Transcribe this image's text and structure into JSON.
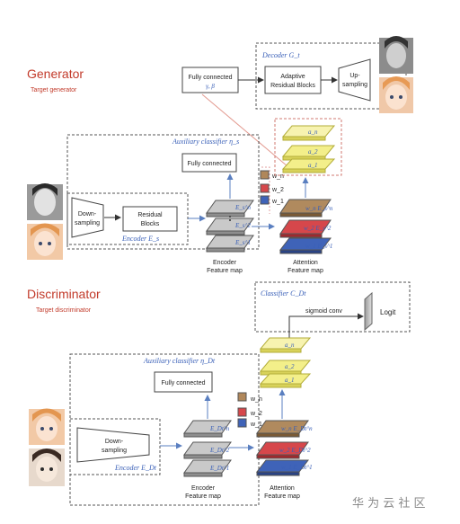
{
  "generator": {
    "title": "Generator",
    "subtitle": "Target generator",
    "decoder_label": "Decoder G_t",
    "fc_top_line1": "Fully connected",
    "fc_top_line2": "γ, β",
    "adaptive_line1": "Adaptive",
    "adaptive_line2": "Residual Blocks",
    "upsampling_line1": "Up-",
    "upsampling_line2": "sampling",
    "aux_label": "Auxiliary classifier η_s",
    "aux_fc": "Fully connected",
    "down_line1": "Down-",
    "down_line2": "sampling",
    "residual_line1": "Residual",
    "residual_line2": "Blocks",
    "encoder_label": "Encoder E_s",
    "encoder_fm_line1": "Encoder",
    "encoder_fm_line2": "Feature map",
    "attention_fm_line1": "Attention",
    "attention_fm_line2": "Feature map",
    "weights": [
      "w_n",
      "w_2",
      "w_1"
    ],
    "alphas": [
      "a_n",
      "a_2",
      "a_1"
    ],
    "enc_maps": [
      "E_s^n",
      "E_s^2",
      "E_s^1"
    ],
    "att_maps": [
      "w_n E_s^n",
      "w_2 E_s^2",
      "w_1 E_s^1"
    ]
  },
  "discriminator": {
    "title": "Discriminator",
    "subtitle": "Target discriminator",
    "classifier_label": "Classifier C_Dt",
    "sigmoid": "sigmoid conv",
    "logit": "Logit",
    "aux_label": "Auxiliary classifier η_Dt",
    "aux_fc": "Fully connected",
    "down_line1": "Down-",
    "down_line2": "sampling",
    "encoder_label": "Encoder E_Dt",
    "encoder_fm_line1": "Encoder",
    "encoder_fm_line2": "Feature map",
    "attention_fm_line1": "Attention",
    "attention_fm_line2": "Feature map",
    "weights": [
      "w_n",
      "w_2",
      "w_1"
    ],
    "alphas": [
      "a_n",
      "a_2",
      "a_1"
    ],
    "enc_maps": [
      "E_Dt^n",
      "E_Dt^2",
      "E_Dt^1"
    ],
    "att_maps": [
      "w_n E_Dt^n",
      "w_2 E_Dt^2",
      "w_1 E_Dt^1"
    ]
  },
  "watermark": "华 为 云 社 区",
  "colors": {
    "title_red": "#c23a2a",
    "label_blue": "#3a60b8",
    "alpha_yellow": "#f3ef8a",
    "att_brown": "#a07a4e",
    "att_red": "#d6474b",
    "att_blue": "#3f63b8",
    "enc_gray": "#b8b8b8"
  }
}
